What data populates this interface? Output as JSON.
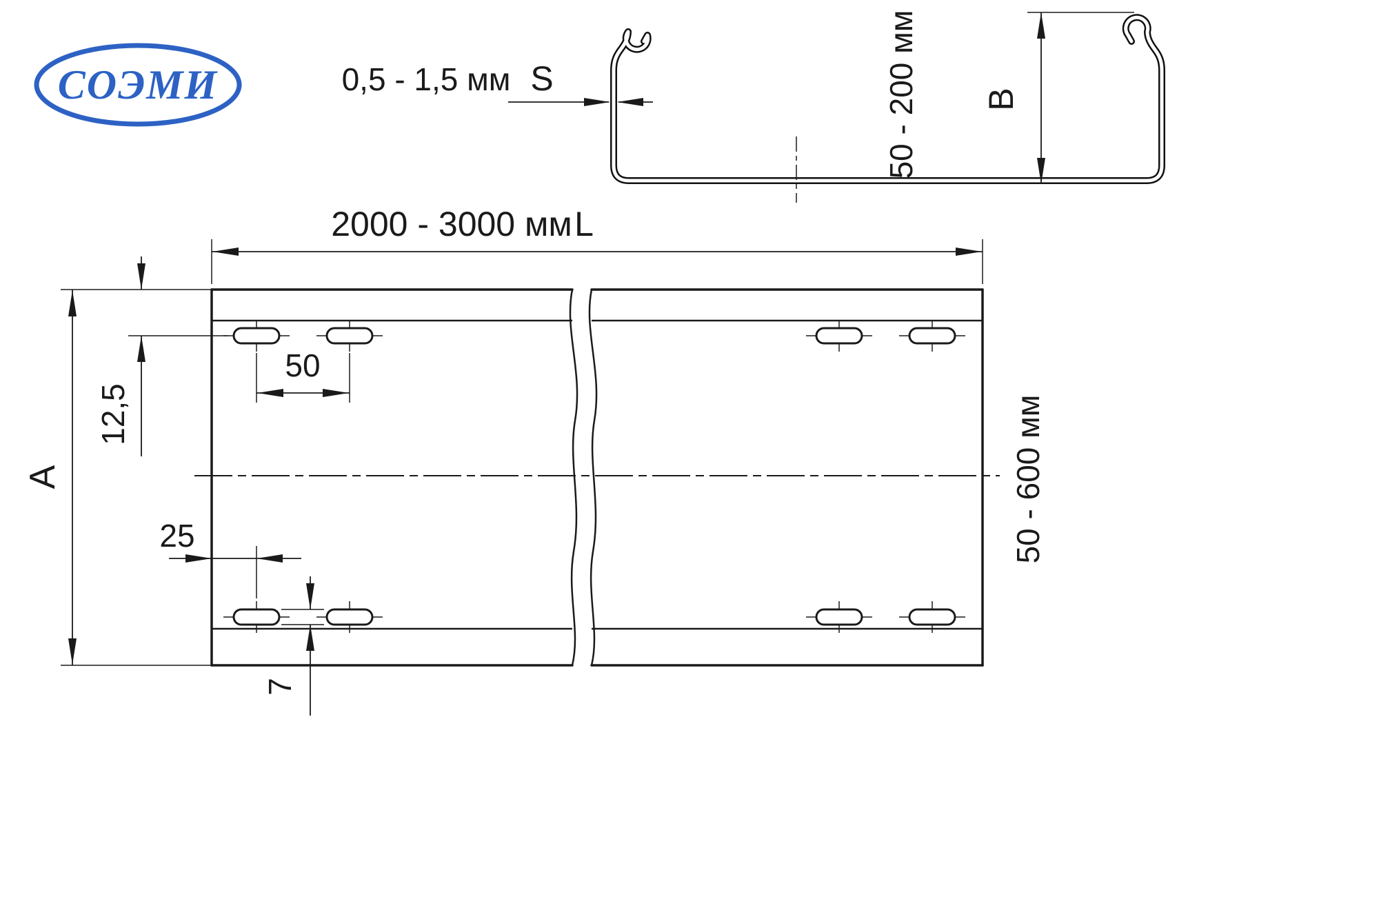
{
  "logo": {
    "text": "СОЭМИ",
    "color": "#2d62c4"
  },
  "section_view": {
    "thickness_value": "0,5 - 1,5 мм",
    "thickness_symbol": "S",
    "height_value": "50 - 200 мм",
    "height_symbol": "B"
  },
  "plan_view": {
    "length_value": "2000 - 3000 мм",
    "length_symbol": "L",
    "width_symbol": "A",
    "width_value": "50 - 600 мм",
    "edge_to_holes": "12,5",
    "hole_spacing": "50",
    "end_to_hole": "25",
    "hole_width": "7"
  },
  "colors": {
    "line": "#1a1a1a"
  }
}
